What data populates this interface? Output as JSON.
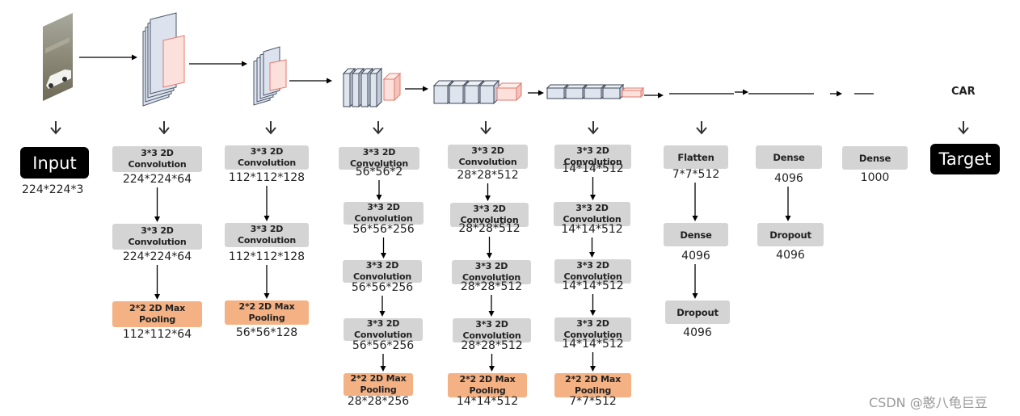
{
  "input_label": "Input",
  "input_dims": "224*224*3",
  "target_label": "Target",
  "output_class": "CAR",
  "watermark": "CSDN @憨八龟巨豆",
  "colors": {
    "layer_box": "#d4d4d4",
    "pool_box": "#f4b183",
    "slab_face": "#dce3ee",
    "slab_pool": "#fbe0dc",
    "pool_stroke": "#e07a6e"
  },
  "columns": [
    {
      "items": [
        {
          "kind": "conv",
          "label": "3*3  2D\nConvolution",
          "dims": "224*224*64"
        },
        {
          "kind": "conv",
          "label": "3*3  2D\nConvolution",
          "dims": "224*224*64"
        },
        {
          "kind": "pool",
          "label": "2*2  2D Max\nPooling",
          "dims": "112*112*64"
        }
      ]
    },
    {
      "items": [
        {
          "kind": "conv",
          "label": "3*3  2D\nConvolution",
          "dims": "112*112*128"
        },
        {
          "kind": "conv",
          "label": "3*3  2D\nConvolution",
          "dims": "112*112*128"
        },
        {
          "kind": "pool",
          "label": "2*2  2D Max\nPooling",
          "dims": "56*56*128"
        }
      ]
    },
    {
      "items": [
        {
          "kind": "conv",
          "label": "3*3  2D\nConvolution",
          "dims": "56*56*2"
        },
        {
          "kind": "conv",
          "label": "3*3  2D\nConvolution",
          "dims": "56*56*256"
        },
        {
          "kind": "conv",
          "label": "3*3  2D\nConvolution",
          "dims": "56*56*256"
        },
        {
          "kind": "conv",
          "label": "3*3  2D\nConvolution",
          "dims": "56*56*256"
        },
        {
          "kind": "pool",
          "label": "2*2  2D Max\nPooling",
          "dims": "28*28*256"
        }
      ]
    },
    {
      "items": [
        {
          "kind": "conv",
          "label": "3*3  2D\nConvolution",
          "dims": "28*28*512"
        },
        {
          "kind": "conv",
          "label": "3*3  2D\nConvolution",
          "dims": "28*28*512"
        },
        {
          "kind": "conv",
          "label": "3*3  2D\nConvolution",
          "dims": "28*28*512"
        },
        {
          "kind": "conv",
          "label": "3*3  2D\nConvolution",
          "dims": "28*28*512"
        },
        {
          "kind": "pool",
          "label": "2*2  2D Max\nPooling",
          "dims": "14*14*512"
        }
      ]
    },
    {
      "items": [
        {
          "kind": "conv",
          "label": "3*3  2D\nConvolution",
          "dims": "14*14*512"
        },
        {
          "kind": "conv",
          "label": "3*3  2D\nConvolution",
          "dims": "14*14*512"
        },
        {
          "kind": "conv",
          "label": "3*3  2D\nConvolution",
          "dims": "14*14*512"
        },
        {
          "kind": "conv",
          "label": "3*3  2D\nConvolution",
          "dims": "14*14*512"
        },
        {
          "kind": "pool",
          "label": "2*2  2D Max\nPooling",
          "dims": "7*7*512"
        }
      ]
    },
    {
      "items": [
        {
          "kind": "fc",
          "label": "Flatten",
          "dims": "7*7*512"
        },
        {
          "kind": "fc",
          "label": "Dense",
          "dims": "4096"
        },
        {
          "kind": "fc",
          "label": "Dropout",
          "dims": "4096"
        }
      ]
    },
    {
      "items": [
        {
          "kind": "fc",
          "label": "Dense",
          "dims": "4096"
        },
        {
          "kind": "fc",
          "label": "Dropout",
          "dims": "4096"
        }
      ]
    },
    {
      "items": [
        {
          "kind": "fc",
          "label": "Dense",
          "dims": "1000"
        }
      ]
    }
  ]
}
